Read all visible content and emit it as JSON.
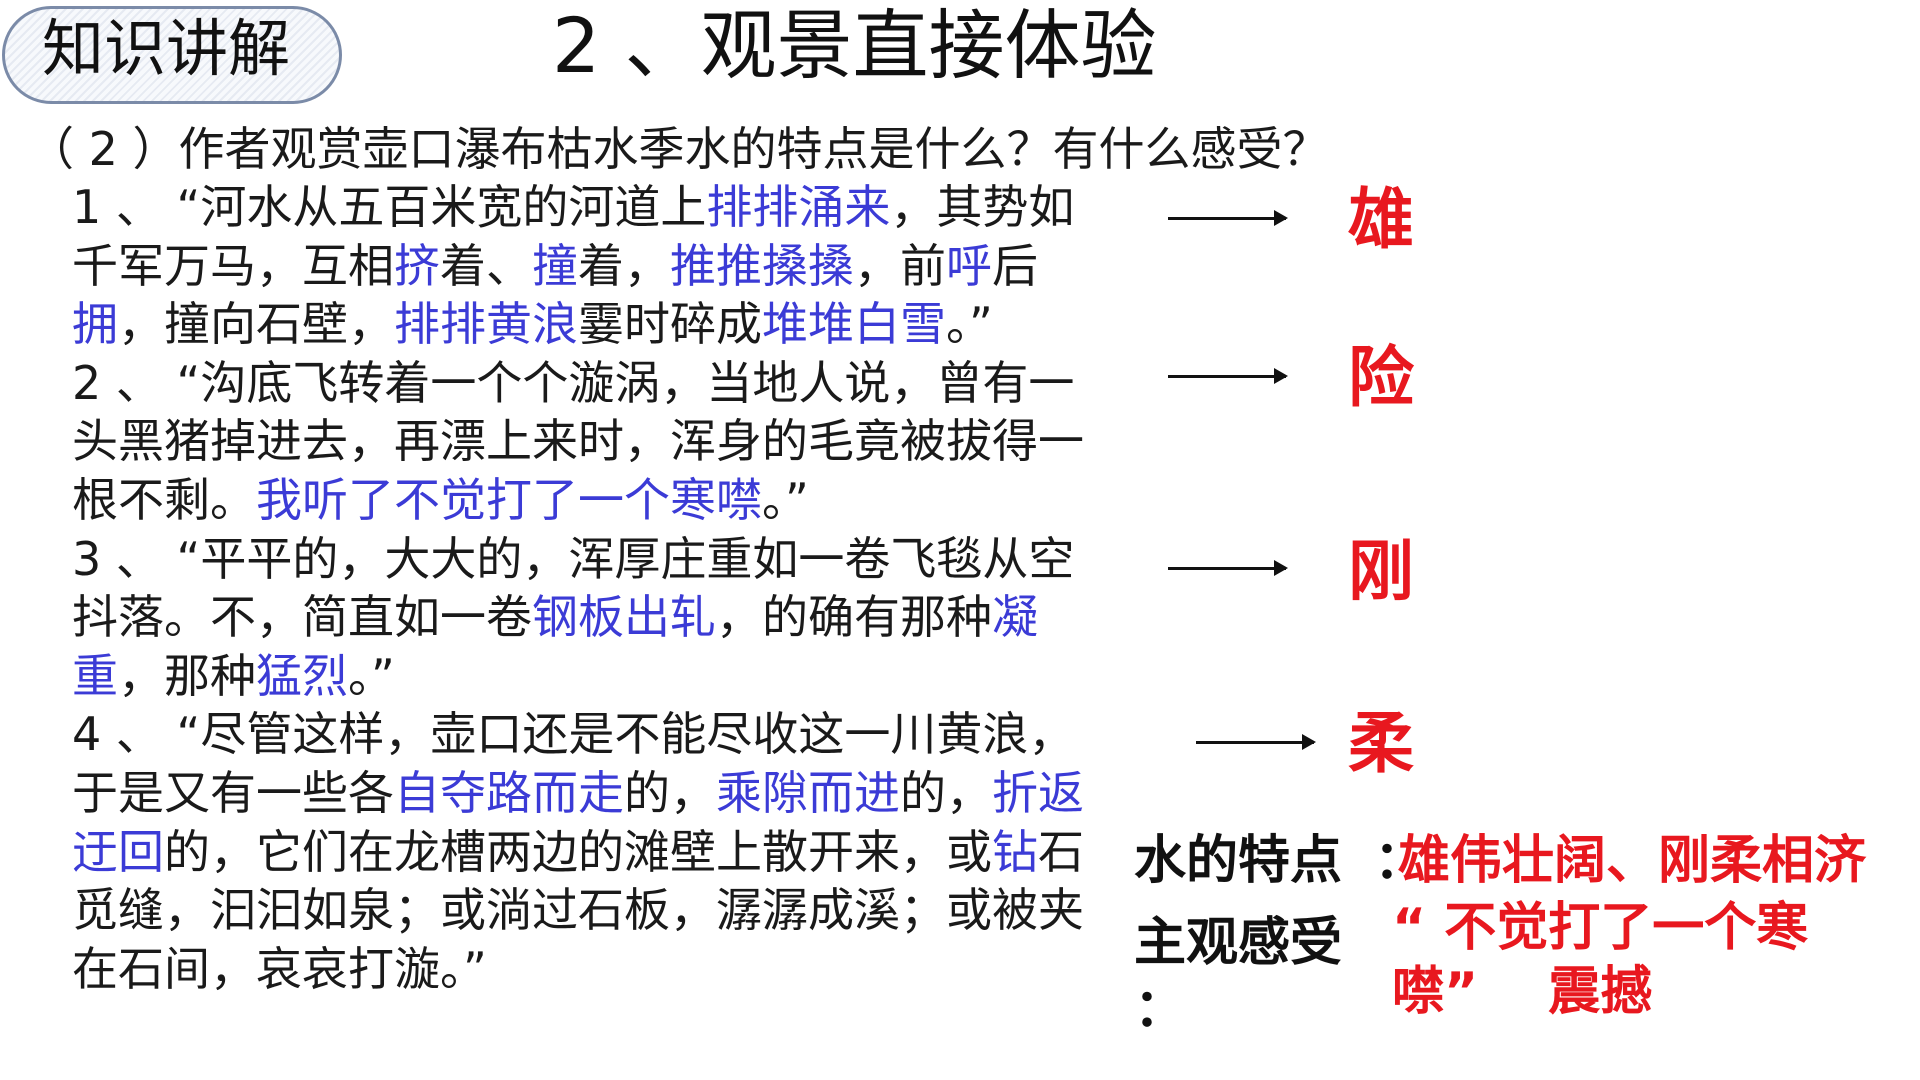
{
  "header": {
    "badge": "知识讲解",
    "title": "2 、观景直接体验"
  },
  "question": "（ 2 ）作者观赏壶口瀑布枯水季水的特点是什么？有什么感受？",
  "passages": [
    {
      "segments": [
        {
          "text": "1 、 “河水从五百米宽的河道上",
          "hl": false
        },
        {
          "text": "排排涌来",
          "hl": true
        },
        {
          "text": "，其势如千军万马，互相",
          "hl": false
        },
        {
          "text": "挤",
          "hl": true
        },
        {
          "text": "着、",
          "hl": false
        },
        {
          "text": "撞",
          "hl": true
        },
        {
          "text": "着，",
          "hl": false
        },
        {
          "text": "推推搡搡",
          "hl": true
        },
        {
          "text": "，前",
          "hl": false
        },
        {
          "text": "呼",
          "hl": true
        },
        {
          "text": "后",
          "hl": false
        },
        {
          "text": "拥",
          "hl": true
        },
        {
          "text": "，撞向石壁，",
          "hl": false
        },
        {
          "text": "排排黄浪",
          "hl": true
        },
        {
          "text": "霎时碎成",
          "hl": false
        },
        {
          "text": "堆堆白雪",
          "hl": true
        },
        {
          "text": "。”",
          "hl": false
        }
      ]
    },
    {
      "segments": [
        {
          "text": "2 、 “沟底飞转着一个个漩涡，当地人说，曾有一头黑猪掉进去，再漂上来时，浑身的毛竟被拔得一根不剩。",
          "hl": false
        },
        {
          "text": "我听了不觉打了一个寒噤",
          "hl": true
        },
        {
          "text": "。”",
          "hl": false
        }
      ]
    },
    {
      "segments": [
        {
          "text": "3 、 “平平的，大大的，浑厚庄重如一卷飞毯从空抖落。不，简直如一卷",
          "hl": false
        },
        {
          "text": "钢板出轧",
          "hl": true
        },
        {
          "text": "，的确有那种",
          "hl": false
        },
        {
          "text": "凝重",
          "hl": true
        },
        {
          "text": "，那种",
          "hl": false
        },
        {
          "text": "猛烈",
          "hl": true
        },
        {
          "text": "。”",
          "hl": false
        }
      ]
    },
    {
      "segments": [
        {
          "text": "4 、 “尽管这样，壶口还是不能尽收这一川黄浪，于是又有一些各",
          "hl": false
        },
        {
          "text": "自夺路而走",
          "hl": true
        },
        {
          "text": "的，",
          "hl": false
        },
        {
          "text": "乘隙而进",
          "hl": true
        },
        {
          "text": "的，",
          "hl": false
        },
        {
          "text": "折返迂回",
          "hl": true
        },
        {
          "text": "的，它们在龙槽两边的滩壁上散开来，或",
          "hl": false
        },
        {
          "text": "钻",
          "hl": true
        },
        {
          "text": "石觅缝，汩汩如泉；或淌过石板，潺潺成溪；或被夹在石间，哀哀打漩。”",
          "hl": false
        }
      ]
    }
  ],
  "traits": [
    "雄",
    "险",
    "刚",
    "柔"
  ],
  "summary": {
    "feature_label": "水的特点",
    "feature_colon": "：",
    "feature_value": "雄伟壮阔、刚柔相济",
    "feeling_label": "主观感受",
    "feeling_colon": "：",
    "feeling_value": "“ 不觉打了一个寒噤”　 震撼"
  },
  "colors": {
    "highlight": "#3b3bd6",
    "emphasis": "#e8181f"
  }
}
